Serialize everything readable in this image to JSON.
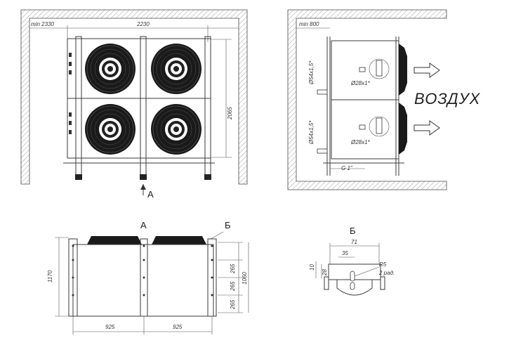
{
  "front_view": {
    "dim_clearance": "min 2330",
    "dim_width": "2230",
    "dim_height": "2065",
    "view_arrow_label": "А",
    "fan_count": 4
  },
  "side_view": {
    "dim_clearance": "min 800",
    "pipe_top": "Ø54x1,5*",
    "pipe_bottom": "Ø54x1,5*",
    "inlet_top": "Ø28x1*",
    "inlet_bottom": "Ø28x1*",
    "drain": "G 1\"",
    "air_label": "ВОЗДУХ"
  },
  "plan_view": {
    "label_a": "А",
    "label_b": "Б",
    "dim_height": "1170",
    "dim_depth": "1060",
    "dim_seg_1": "265",
    "dim_seg_2": "265",
    "dim_seg_3": "265",
    "dim_bottom_1": "925",
    "dim_bottom_2": "925"
  },
  "detail_b": {
    "label": "Б",
    "dim_width": "71",
    "dim_offset": "35",
    "dim_height_10": "10",
    "dim_height_28": "28",
    "radius": "R5",
    "holes": "2 рад."
  }
}
